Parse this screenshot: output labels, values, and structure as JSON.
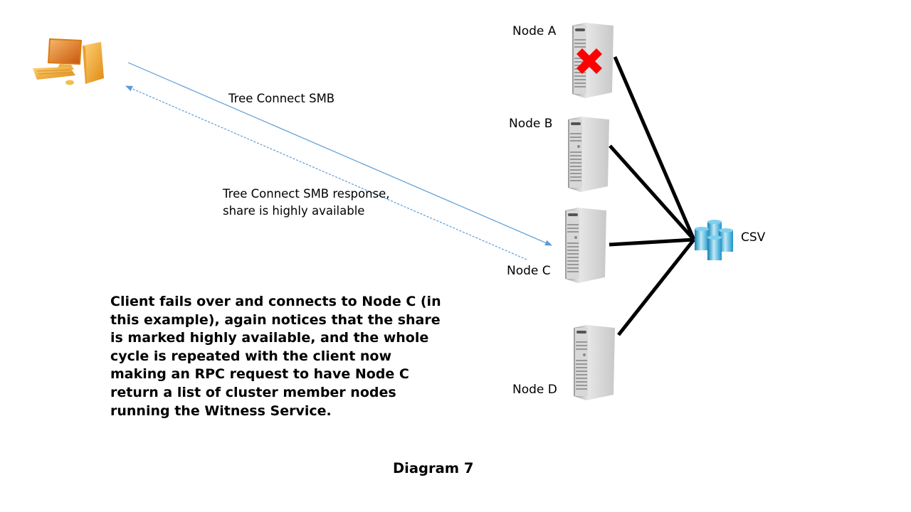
{
  "diagram": {
    "client": {
      "name": "client-computer",
      "icon": "desktop-computer-icon"
    },
    "nodes": [
      {
        "id": "A",
        "label": "Node A",
        "status": "failed",
        "overlay_icon": "red-x-icon"
      },
      {
        "id": "B",
        "label": "Node B",
        "status": "online"
      },
      {
        "id": "C",
        "label": "Node C",
        "status": "online"
      },
      {
        "id": "D",
        "label": "Node D",
        "status": "online"
      }
    ],
    "storage": {
      "label": "CSV",
      "icon": "database-cylinders-icon"
    },
    "messages": [
      {
        "from": "client",
        "to": "Node C",
        "style": "solid",
        "label": "Tree Connect SMB"
      },
      {
        "from": "Node C",
        "to": "client",
        "style": "dashed",
        "label_line1": "Tree Connect SMB response,",
        "label_line2": "share is highly available"
      }
    ],
    "connections": [
      {
        "from": "Node A",
        "to": "CSV"
      },
      {
        "from": "Node B",
        "to": "CSV"
      },
      {
        "from": "Node C",
        "to": "CSV"
      },
      {
        "from": "Node D",
        "to": "CSV"
      }
    ],
    "description": "Client fails over and connects to Node C (in this example), again notices that the share is marked highly available, and the whole cycle is repeated with the client now making an RPC request to have Node C return a list of cluster member nodes running the Witness Service.",
    "caption": "Diagram 7",
    "colors": {
      "arrow": "#5b9bd5",
      "link": "#000000",
      "fail_x": "#ff0000",
      "pc": "#f5a623",
      "csv": "#29a8d8"
    }
  }
}
